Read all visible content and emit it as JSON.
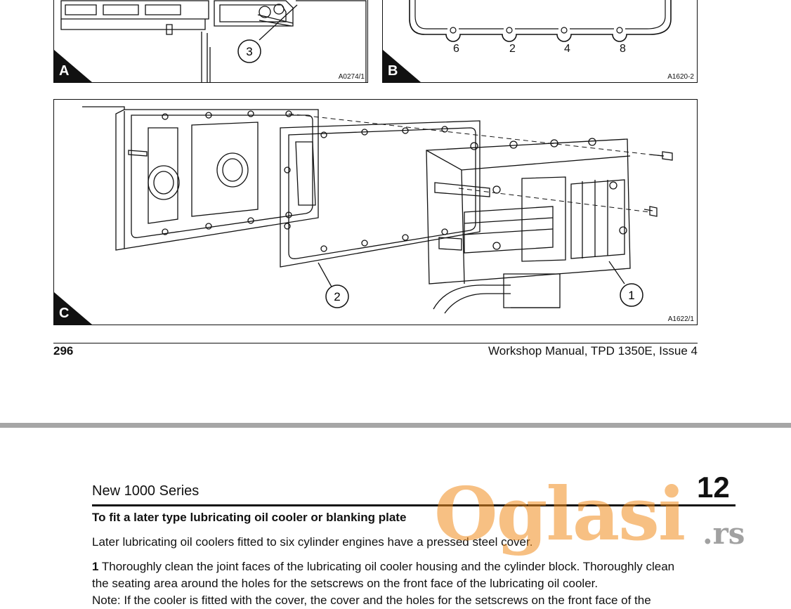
{
  "figures": {
    "a": {
      "letter": "A",
      "ref": "A0274/1",
      "callouts": [
        "3"
      ]
    },
    "b": {
      "letter": "B",
      "ref": "A1620-2",
      "hole_numbers": [
        "6",
        "2",
        "4",
        "8"
      ]
    },
    "c": {
      "letter": "C",
      "ref": "A1622/1",
      "callouts": [
        "2",
        "1"
      ]
    }
  },
  "footer": {
    "page_number": "296",
    "manual": "Workshop Manual, TPD 1350E, Issue 4"
  },
  "next_page": {
    "series": "New 1000 Series",
    "chapter": "12",
    "heading": "To fit a later type lubricating oil cooler or blanking plate",
    "intro": "Later lubricating oil coolers fitted to six cylinder engines have a pressed steel cover.",
    "step1_number": "1",
    "step1_line1": "Thoroughly clean the joint faces of the lubricating oil cooler housing and the cylinder block. Thoroughly clean",
    "step1_line2": "the seating area around the holes for the setscrews on the front face of the lubricating oil cooler.",
    "cut_line": "Note: If the cooler is fitted with the cover, the cover and the holes for the setscrews on the front face of the"
  },
  "watermark": {
    "brand": "Oglasi",
    "suffix": ".rs"
  }
}
